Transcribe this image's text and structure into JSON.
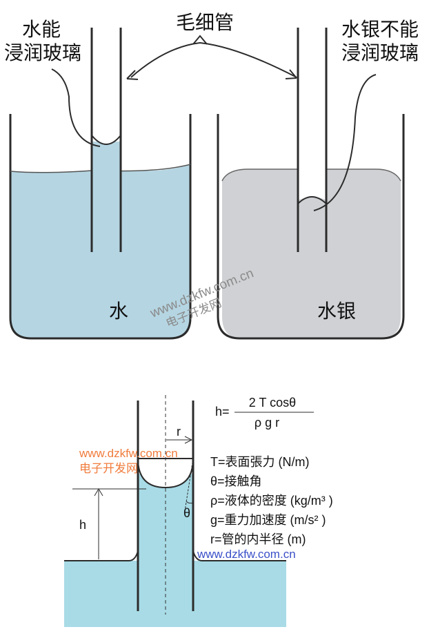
{
  "top_diagram": {
    "capillary_label": "毛细管",
    "water_wets_label_line1": "水能",
    "water_wets_label_line2": "浸润玻璃",
    "mercury_not_wets_label_line1": "水银不能",
    "mercury_not_wets_label_line2": "浸润玻璃",
    "water_label": "水",
    "mercury_label": "水银"
  },
  "bottom_diagram": {
    "formula_lhs": "h=",
    "formula_numerator": "2 T cosθ",
    "formula_denominator": "ρ g r",
    "radius_label": "r",
    "height_label": "h",
    "angle_label": "θ",
    "legend": [
      "T=表面張力 (N/m)",
      "θ=接触角",
      "ρ=液体的密度 (kg/m³ )",
      "g=重力加速度 (m/s² )",
      "r=管的内半径 (m)"
    ]
  },
  "watermarks": {
    "url": "www.dzkfw.com.cn",
    "site_name": "电子开发网"
  },
  "colors": {
    "water": "#b5d5e2",
    "mercury": "#cfd1d4",
    "capillary_water": "#a8dbe6",
    "watermark_orange": "#f07c3c",
    "watermark_blue": "#3a50c8",
    "watermark_gray": "#8a8a8a"
  }
}
